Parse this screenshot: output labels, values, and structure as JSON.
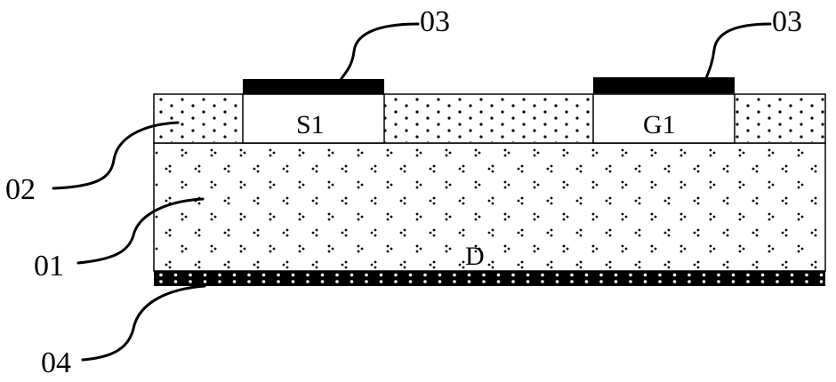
{
  "labels": {
    "electrode_left": "03",
    "electrode_right": "03",
    "layer_02": "02",
    "layer_01": "01",
    "layer_04": "04",
    "source": "S1",
    "gate": "G1",
    "drain": "D"
  }
}
